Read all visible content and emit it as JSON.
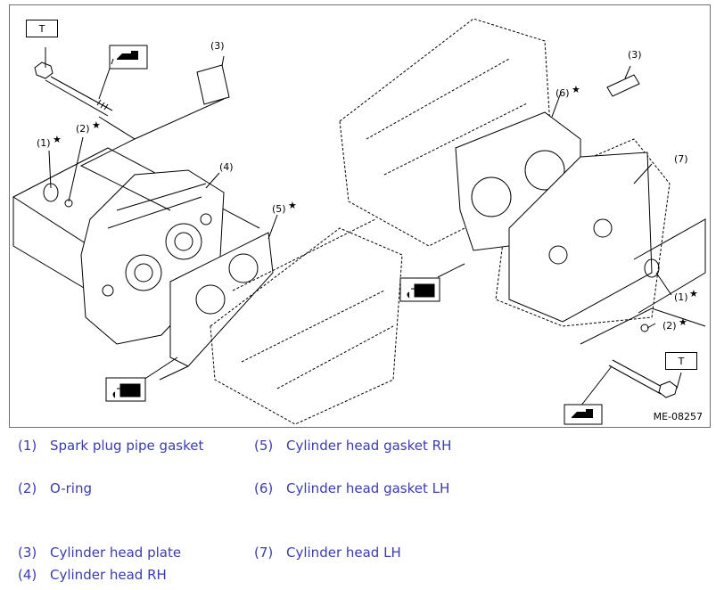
{
  "figure": {
    "id": "ME-08257",
    "callouts": {
      "t_left": "T",
      "t_right": "T",
      "c3_left": "(3)",
      "c3_right": "(3)",
      "c2_left": "(2)",
      "c1_left": "(1)",
      "c4": "(4)",
      "c5": "(5)",
      "c6": "(6)",
      "c7": "(7)",
      "c1_right": "(1)",
      "c2_right": "(2)",
      "star": "★"
    },
    "icons": [
      "oil-can-icon",
      "liquid-gasket-icon"
    ]
  },
  "legend": [
    {
      "num": "(1)",
      "text": "Spark plug pipe gasket"
    },
    {
      "num": "(2)",
      "text": "O-ring"
    },
    {
      "num": "(3)",
      "text": "Cylinder head plate"
    },
    {
      "num": "(4)",
      "text": "Cylinder head RH"
    },
    {
      "num": "(5)",
      "text": "Cylinder head gasket RH"
    },
    {
      "num": "(6)",
      "text": "Cylinder head gasket LH"
    },
    {
      "num": "(7)",
      "text": "Cylinder head LH"
    }
  ],
  "colors": {
    "legend_text": "#3b3bb0",
    "border": "#6f6f6f"
  }
}
